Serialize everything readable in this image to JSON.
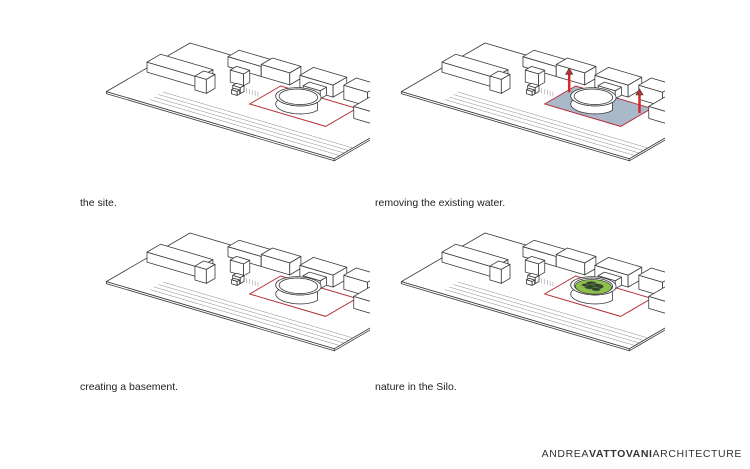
{
  "panels": [
    {
      "caption": "the site.",
      "variant": "site"
    },
    {
      "caption": "removing the existing water.",
      "variant": "water"
    },
    {
      "caption": "creating a basement.",
      "variant": "basement"
    },
    {
      "caption": "nature in the Silo.",
      "variant": "nature"
    }
  ],
  "footer": {
    "part1": "ANDREA",
    "part2": "VATTOVANI",
    "part3": "ARCHITECTURE"
  },
  "colors": {
    "site_boundary": "#b5353b",
    "water_area": "#a9b9c9",
    "arrow": "#d42a2a",
    "vegetation": "#8cc24a",
    "vegetation_dark": "#2e4a1f"
  }
}
